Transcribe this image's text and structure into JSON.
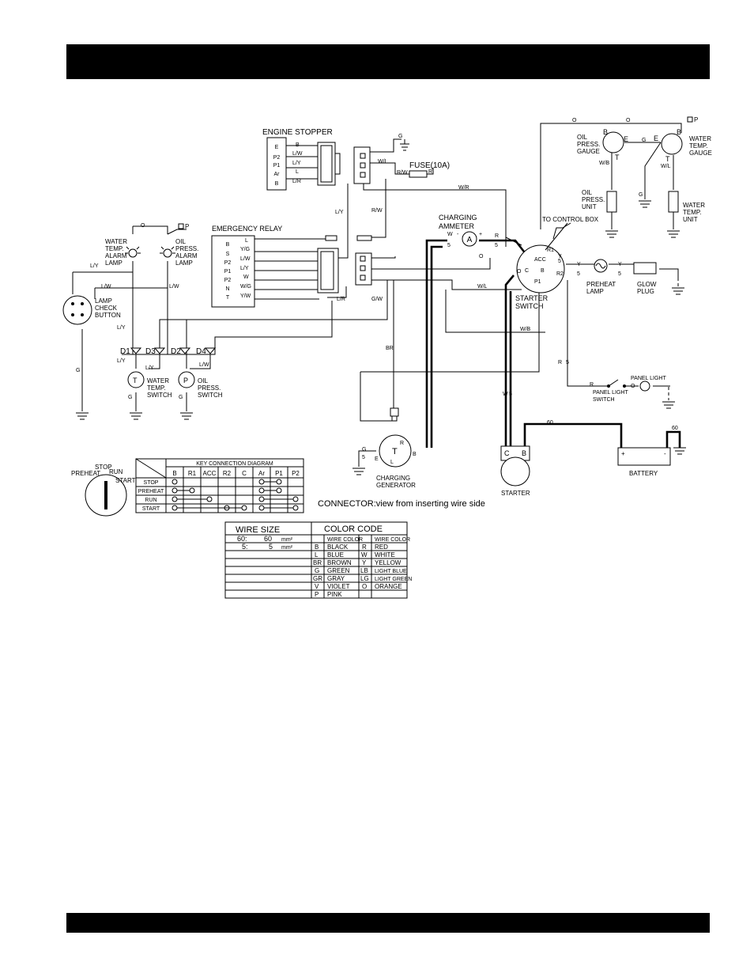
{
  "components": {
    "engine_stopper": "ENGINE STOPPER",
    "emergency_relay": "EMERGENCY RELAY",
    "fuse": "FUSE(10A)",
    "charging_ammeter": [
      "CHARGING",
      "AMMETER"
    ],
    "oil_press_gauge": [
      "OIL",
      "PRESS.",
      "GAUGE"
    ],
    "water_temp_gauge": [
      "WATER",
      "TEMP.",
      "GAUGE"
    ],
    "oil_press_unit": [
      "OIL",
      "PRESS.",
      "UNIT"
    ],
    "water_temp_unit": [
      "WATER",
      "TEMP.",
      "UNIT"
    ],
    "to_control_box": "TO CONTROL BOX",
    "preheat_lamp": [
      "PREHEAT",
      "LAMP"
    ],
    "glow_plug": [
      "GLOW",
      "PLUG"
    ],
    "starter_switch": [
      "STARTER",
      "SWITCH"
    ],
    "water_temp_alarm_lamp": [
      "WATER",
      "TEMP.",
      "ALARM",
      "LAMP"
    ],
    "oil_press_alarm_lamp": [
      "OIL",
      "PRESS.",
      "ALARM",
      "LAMP"
    ],
    "lamp_check_button": [
      "LAMP",
      "CHECK",
      "BUTTON"
    ],
    "water_temp_switch": [
      "WATER",
      "TEMP.",
      "SWITCH"
    ],
    "oil_press_switch": [
      "OIL",
      "PRESS.",
      "SWITCH"
    ],
    "panel_light": "PANEL LIGHT",
    "panel_light_switch": [
      "PANEL LIGHT",
      "SWITCH"
    ],
    "charging_generator": [
      "CHARGING",
      "GENERATOR"
    ],
    "starter": "STARTER",
    "battery": "BATTERY",
    "diodes": [
      "D1",
      "D3",
      "D2",
      "D4"
    ],
    "connector_note": "CONNECTOR:view from inserting wire side"
  },
  "engine_stopper_pins": [
    "E",
    "P2",
    "P1",
    "Ar",
    "B"
  ],
  "engine_stopper_wires": [
    "B",
    "L/W",
    "L/Y",
    "L",
    "L/R"
  ],
  "relay_pins": [
    "B",
    "S",
    "P2",
    "P1",
    "P2",
    "N",
    "T"
  ],
  "relay_wires": [
    "L",
    "Y/G",
    "L/W",
    "L/Y",
    "W",
    "W/G",
    "Y/W"
  ],
  "starter_switch_terminals": [
    "B",
    "R1",
    "ACC",
    "C",
    "P1",
    "R2"
  ],
  "wire_labels": {
    "g": "G",
    "o": "O",
    "w": "W",
    "r": "R",
    "y": "Y",
    "br": "BR",
    "ly": "L/Y",
    "lw": "L/W",
    "lr": "L/R",
    "rw": "R/W",
    "wl": "W/L",
    "wr": "W/R",
    "wb": "W/B",
    "gw": "G/W",
    "five": "5",
    "sixty": "60",
    "plus": "+",
    "minus": "-",
    "p_icon": "P"
  },
  "key_switch_positions": [
    "PREHEAT",
    "STOP",
    "RUN",
    "START"
  ],
  "key_connection_diagram": {
    "title": "KEY CONNECTION DIAGRAM",
    "columns": [
      "B",
      "R1",
      "ACC",
      "R2",
      "C",
      "Ar",
      "P1",
      "P2"
    ],
    "rows": [
      "STOP",
      "PREHEAT",
      "RUN",
      "START"
    ]
  },
  "wire_size": {
    "title": "WIRE SIZE",
    "rows": [
      [
        "60:",
        "60",
        "mm²"
      ],
      [
        "5:",
        "5",
        "mm²"
      ]
    ]
  },
  "color_code": {
    "title": "COLOR CODE",
    "header": "WIRE COLOR",
    "left": [
      [
        "B",
        "BLACK"
      ],
      [
        "L",
        "BLUE"
      ],
      [
        "BR",
        "BROWN"
      ],
      [
        "G",
        "GREEN"
      ],
      [
        "GR",
        "GRAY"
      ],
      [
        "V",
        "VIOLET"
      ],
      [
        "P",
        "PINK"
      ]
    ],
    "right": [
      [
        "R",
        "RED"
      ],
      [
        "W",
        "WHITE"
      ],
      [
        "Y",
        "YELLOW"
      ],
      [
        "LB",
        "LIGHT BLUE"
      ],
      [
        "LG",
        "LIGHT GREEN"
      ],
      [
        "O",
        "ORANGE"
      ]
    ]
  }
}
